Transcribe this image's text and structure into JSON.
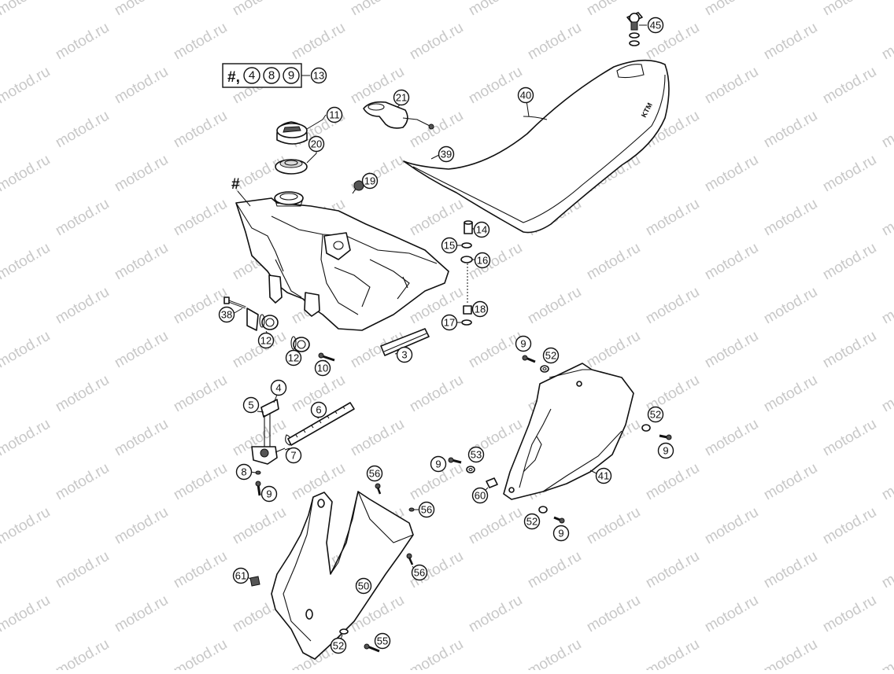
{
  "watermark": "motod.ru",
  "kit_box": {
    "prefix": "#,",
    "members": [
      "4",
      "8",
      "9"
    ],
    "ref": "13"
  },
  "assembly_mark": "#",
  "seal_marking": "KTM",
  "callouts": [
    {
      "label": "45"
    },
    {
      "label": "13"
    },
    {
      "label": "11"
    },
    {
      "label": "21"
    },
    {
      "label": "40"
    },
    {
      "label": "20"
    },
    {
      "label": "39"
    },
    {
      "label": "19"
    },
    {
      "label": "14"
    },
    {
      "label": "15"
    },
    {
      "label": "16"
    },
    {
      "label": "38"
    },
    {
      "label": "18"
    },
    {
      "label": "17"
    },
    {
      "label": "12"
    },
    {
      "label": "12"
    },
    {
      "label": "3"
    },
    {
      "label": "10"
    },
    {
      "label": "9"
    },
    {
      "label": "52"
    },
    {
      "label": "4"
    },
    {
      "label": "5"
    },
    {
      "label": "6"
    },
    {
      "label": "52"
    },
    {
      "label": "7"
    },
    {
      "label": "9"
    },
    {
      "label": "53"
    },
    {
      "label": "9"
    },
    {
      "label": "8"
    },
    {
      "label": "56"
    },
    {
      "label": "9"
    },
    {
      "label": "60"
    },
    {
      "label": "41"
    },
    {
      "label": "56"
    },
    {
      "label": "52"
    },
    {
      "label": "9"
    },
    {
      "label": "56"
    },
    {
      "label": "61"
    },
    {
      "label": "50"
    },
    {
      "label": "55"
    },
    {
      "label": "52"
    }
  ]
}
